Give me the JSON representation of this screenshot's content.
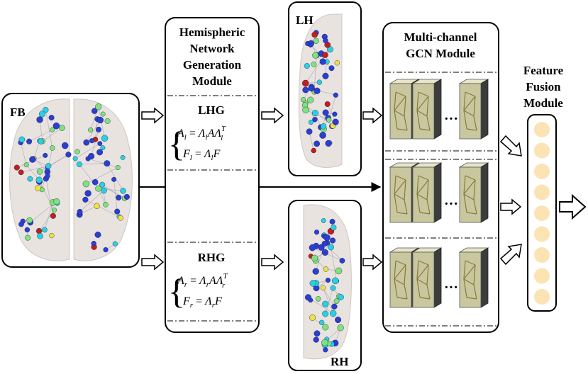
{
  "fb_label": "FB",
  "hng": {
    "title_lines": [
      "Hemispheric",
      "Network",
      "Generation",
      "Module"
    ],
    "lhg_label": "LHG",
    "lhg_eq1": {
      "lhs": "A",
      "lhs_sub": "l",
      "rhs": "Λ",
      "rhs_sub": "l",
      "mid": "AΛ",
      "sup": "T",
      "tail_sub": "l"
    },
    "lhg_eq2": {
      "lhs": "F",
      "lhs_sub": "l",
      "rhs": "Λ",
      "rhs_sub": "l",
      "tail": "F"
    },
    "rhg_label": "RHG",
    "rhg_eq1": {
      "lhs": "A",
      "lhs_sub": "r",
      "rhs": "Λ",
      "rhs_sub": "r",
      "mid": "AΛ",
      "sup": "T",
      "tail_sub": "r"
    },
    "rhg_eq2": {
      "lhs": "F",
      "lhs_sub": "r",
      "rhs": "Λ",
      "rhs_sub": "r",
      "tail": "F"
    }
  },
  "lh_label": "LH",
  "rh_label": "RH",
  "gcn": {
    "title_lines": [
      "Multi-channel",
      "GCN Module"
    ],
    "dots": "···"
  },
  "fusion": {
    "title_lines": [
      "Feature",
      "Fusion",
      "Module"
    ],
    "node_count": 9
  },
  "colors": {
    "brain": "#e9e3e0",
    "brain_edge": "#cfc6c2",
    "node_blue": "#2a3fd0",
    "node_cyan": "#2ad0e0",
    "node_green": "#7fe27a",
    "node_yellow": "#f0e040",
    "node_red": "#c0201a",
    "slab_front": "#c9c79f",
    "slab_side": "#3c3c3c",
    "slab_line": "#8a7a3a",
    "fusion_node": "#fbe3b4"
  }
}
